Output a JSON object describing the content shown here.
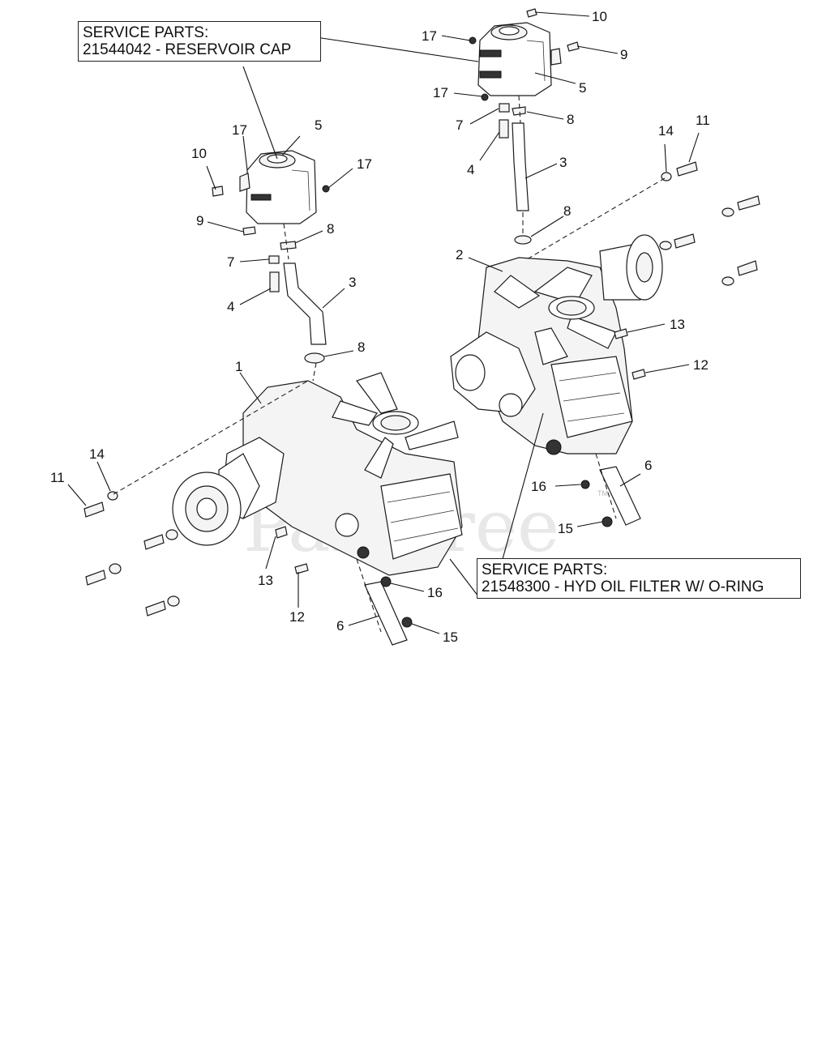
{
  "service_boxes": {
    "reservoir": {
      "line1": "SERVICE PARTS:",
      "line2": "21544042 - RESERVOIR CAP"
    },
    "filter": {
      "line1": "SERVICE PARTS:",
      "line2": "21548300 - HYD OIL FILTER W/ O-RING"
    }
  },
  "watermark": {
    "text": "PartTree",
    "tm": "TM"
  },
  "part_numbers": {
    "left": [
      "1",
      "3",
      "4",
      "5",
      "6",
      "7",
      "8",
      "8",
      "9",
      "10",
      "11",
      "12",
      "13",
      "14",
      "15",
      "16",
      "17",
      "17"
    ],
    "right": [
      "2",
      "3",
      "4",
      "5",
      "6",
      "7",
      "8",
      "8",
      "9",
      "10",
      "11",
      "12",
      "13",
      "14",
      "15",
      "16",
      "17",
      "17"
    ]
  }
}
